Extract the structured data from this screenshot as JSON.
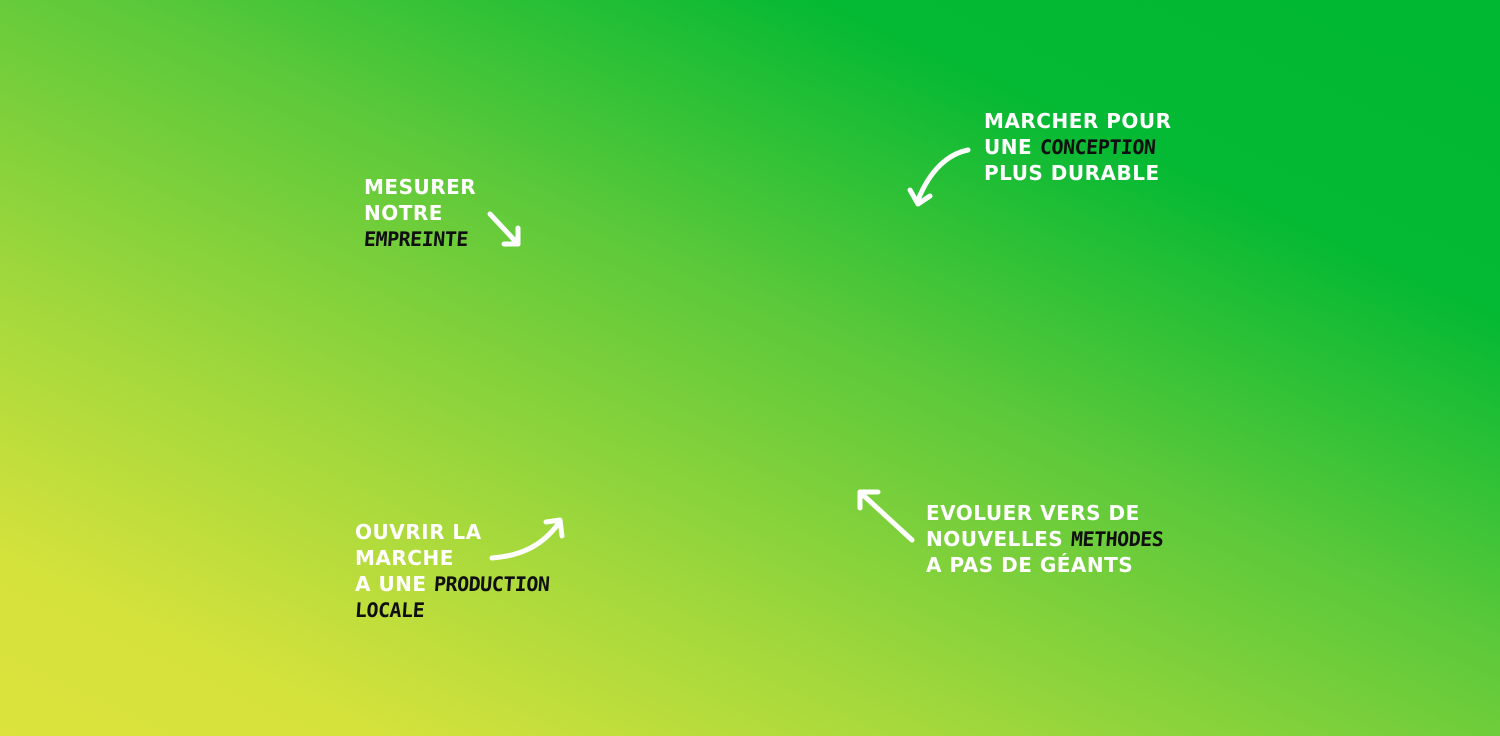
{
  "blocks": {
    "mesurer": {
      "line1": "MESURER",
      "line2": "NOTRE",
      "highlight": "EMPREINTE"
    },
    "marcher": {
      "line1": "MARCHER POUR",
      "line2_prefix": "UNE ",
      "highlight": "CONCEPTION",
      "line3": "PLUS DURABLE"
    },
    "ouvrir": {
      "line1": "OUVRIR LA",
      "line2": "MARCHE",
      "line3_prefix": "A UNE ",
      "highlight1": "PRODUCTION",
      "highlight2": "LOCALE"
    },
    "evoluer": {
      "line1": "EVOLUER VERS DE",
      "line2_prefix": "NOUVELLES ",
      "highlight": "METHODES",
      "line3": "A PAS DE GÉANTS"
    }
  },
  "icons": [
    "arrow-down-right-icon",
    "arrow-down-left-icon",
    "arrow-up-right-icon",
    "arrow-up-left-icon"
  ],
  "colors": {
    "gradient_top_right": "#00b832",
    "gradient_bottom_left": "#dbe33c",
    "text": "#ffffff",
    "highlight_text": "#0f0f0f"
  }
}
